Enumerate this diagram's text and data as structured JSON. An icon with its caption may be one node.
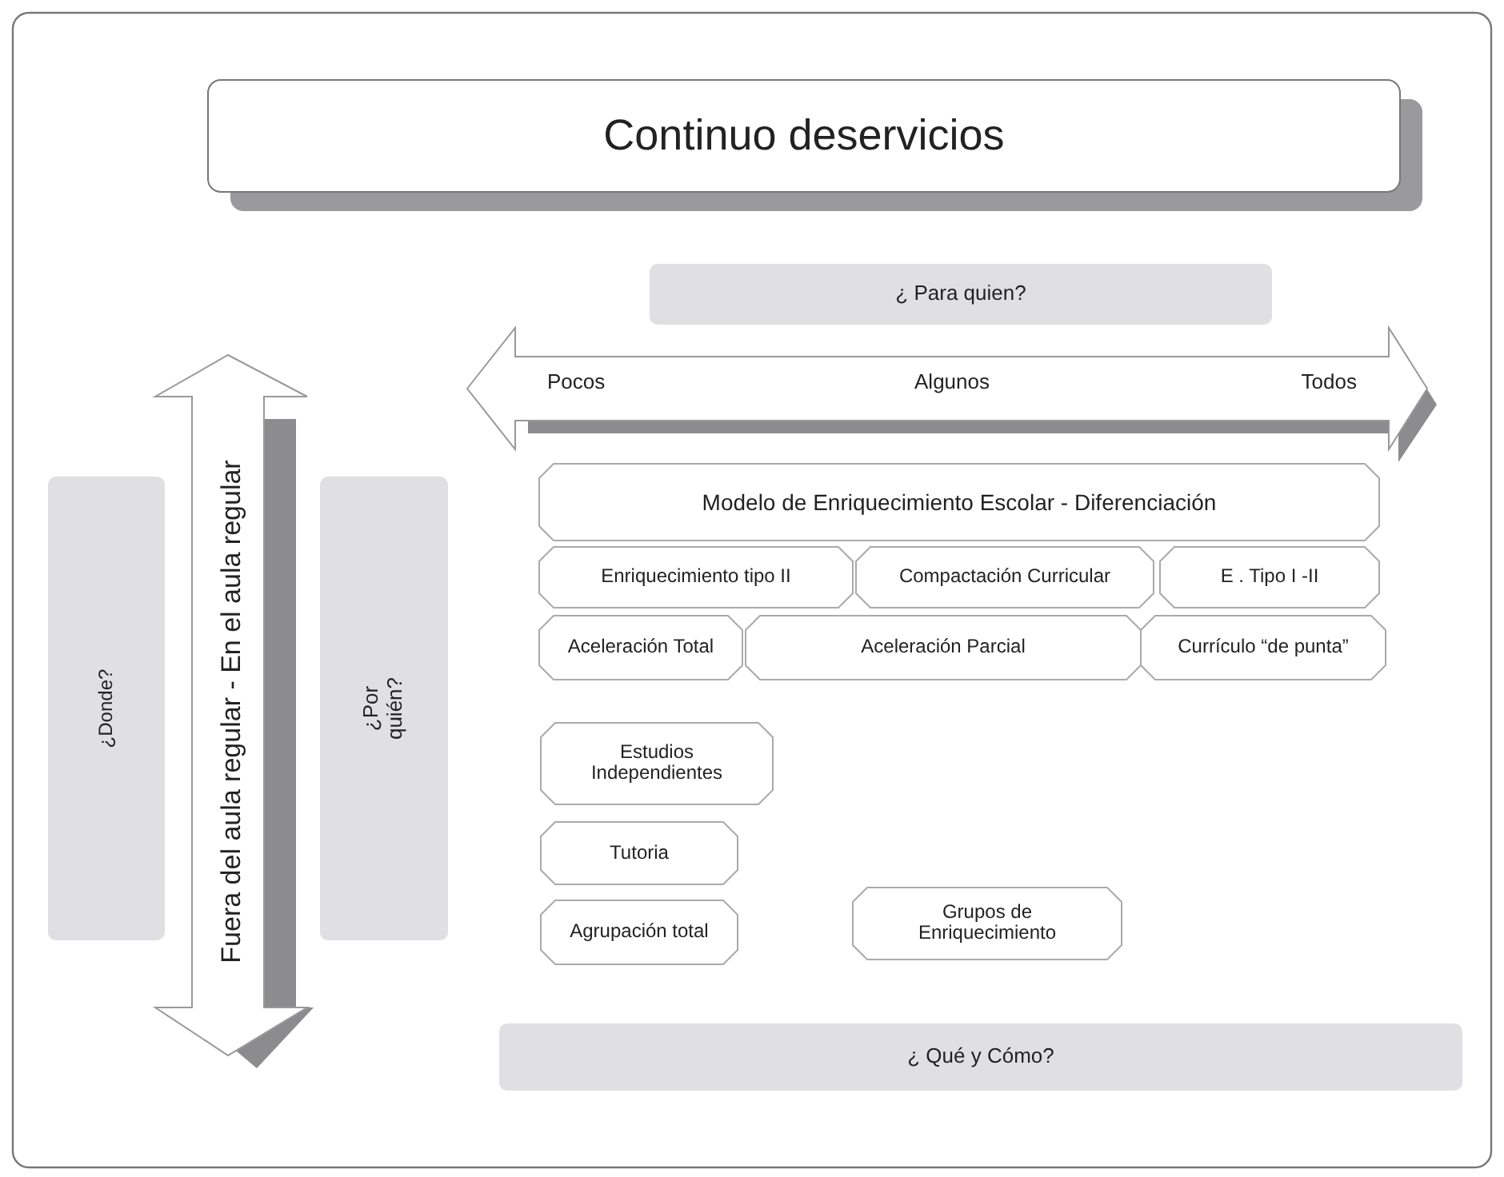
{
  "diagram": {
    "nodes": [
      {
        "text": [
          "Continuo deservicios"
        ]
      },
      {
        "text": [
          "¿ Para quien?"
        ]
      },
      {
        "text": [
          "Pocos",
          "Algunos",
          "Todos"
        ]
      },
      {
        "text": [
          "Fuera del aula regular - En el aula regular"
        ]
      },
      {
        "text": [
          "¿Donde?"
        ]
      },
      {
        "text": [
          "¿Por quién?"
        ]
      },
      {
        "text": [
          "Modelo de Enriquecimiento Escolar - Diferenciación"
        ]
      },
      {
        "text": [
          "Enriquecimiento tipo II"
        ]
      },
      {
        "text": [
          "Compactación Curricular"
        ]
      },
      {
        "text": [
          "E . Tipo I -II"
        ]
      },
      {
        "text": [
          "Aceleración Total"
        ]
      },
      {
        "text": [
          "Aceleración Parcial"
        ]
      },
      {
        "text": [
          "Currículo “de punta”"
        ]
      },
      {
        "text": [
          "Estudios Independientes"
        ]
      },
      {
        "text": [
          "Tutoria"
        ]
      },
      {
        "text": [
          "Agrupación total"
        ]
      },
      {
        "text": [
          "Grupos de Enriquecimiento"
        ]
      },
      {
        "text": [
          "¿ Qué y Cómo?"
        ]
      }
    ]
  }
}
